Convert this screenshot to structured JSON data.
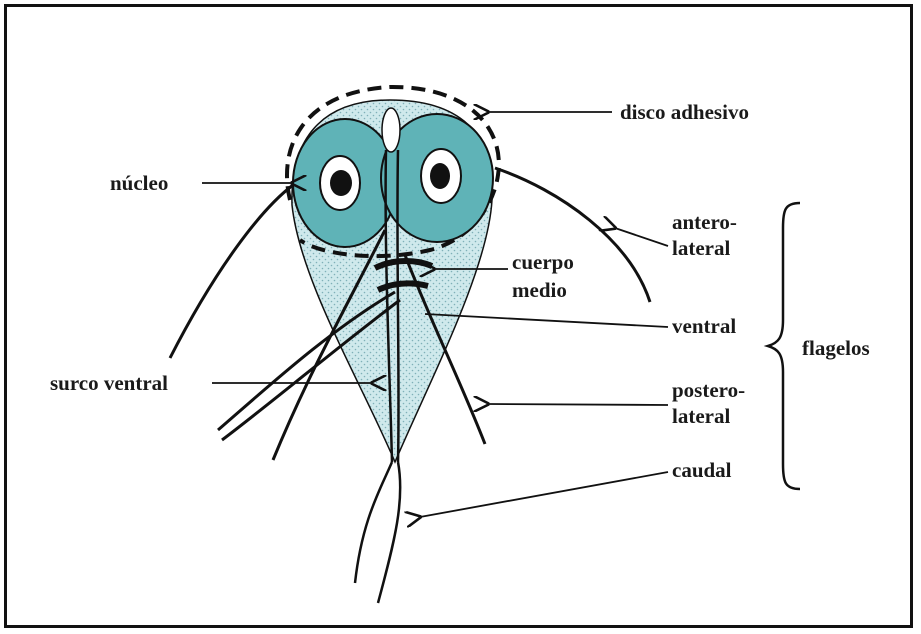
{
  "labels": {
    "disco_adhesivo": "disco adhesivo",
    "nucleo": "núcleo",
    "antero_line1": "antero-",
    "antero_line2": "lateral",
    "cuerpo_line1": "cuerpo",
    "cuerpo_line2": "medio",
    "ventral": "ventral",
    "flagelos": "flagelos",
    "surco_ventral": "surco ventral",
    "postero_line1": "postero-",
    "postero_line2": "lateral",
    "caudal": "caudal"
  },
  "colors": {
    "cell_fill": "#cfe9ec",
    "nucleus_fill": "#5fb3b7",
    "outline": "#111111"
  }
}
